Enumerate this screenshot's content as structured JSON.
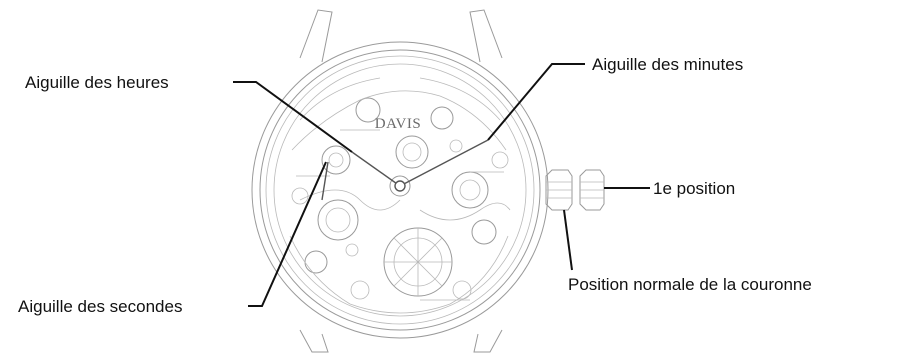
{
  "diagram": {
    "brand_logo": "DAVIS",
    "labels": {
      "hour_hand": "Aiguille des heures",
      "minute_hand": "Aiguille des minutes",
      "second_hand": "Aiguille des secondes",
      "crown_first_position": "1e position",
      "crown_normal_position": "Position normale de la couronne"
    },
    "colors": {
      "label_text": "#111111",
      "line_art": "#9a9a9a",
      "leader_lines": "#111111"
    }
  }
}
